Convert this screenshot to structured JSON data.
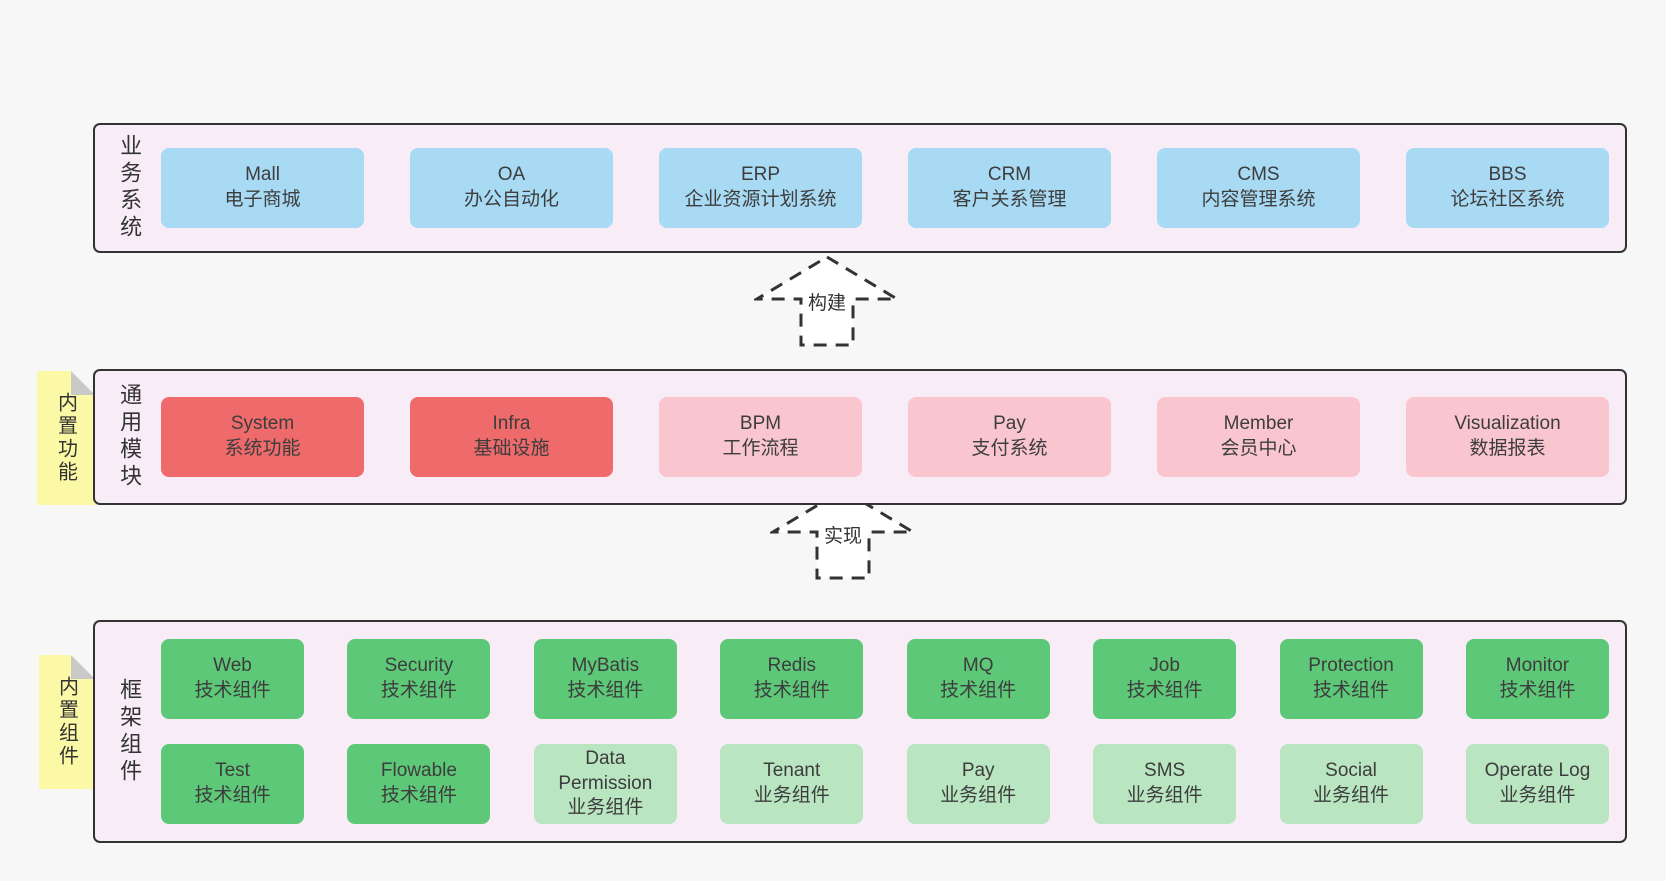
{
  "colors": {
    "page_bg": "#f7f7f7",
    "container_bg": "#f8edf6",
    "container_border": "#333333",
    "blue_box": "#a8daf4",
    "red_box": "#ee6a6b",
    "pink_box": "#f9c6d0",
    "green_box": "#5dc878",
    "light_green_box": "#b9e5c1",
    "sticky_yellow": "#fbf9a6",
    "fold_grey": "#c9c9c9",
    "text": "#3d3d3d"
  },
  "business": {
    "title": "业务系统",
    "boxes": [
      {
        "name": "Mall",
        "desc": "电子商城"
      },
      {
        "name": "OA",
        "desc": "办公自动化"
      },
      {
        "name": "ERP",
        "desc": "企业资源计划系统"
      },
      {
        "name": "CRM",
        "desc": "客户关系管理"
      },
      {
        "name": "CMS",
        "desc": "内容管理系统"
      },
      {
        "name": "BBS",
        "desc": "论坛社区系统"
      }
    ]
  },
  "arrows": {
    "build": "构建",
    "implement": "实现"
  },
  "modules": {
    "title": "通用模块",
    "sticky": "内置功能",
    "boxes": [
      {
        "name": "System",
        "desc": "系统功能"
      },
      {
        "name": "Infra",
        "desc": "基础设施"
      },
      {
        "name": "BPM",
        "desc": "工作流程"
      },
      {
        "name": "Pay",
        "desc": "支付系统"
      },
      {
        "name": "Member",
        "desc": "会员中心"
      },
      {
        "name": "Visualization",
        "desc": "数据报表"
      }
    ]
  },
  "framework": {
    "title": "框架组件",
    "sticky": "内置组件",
    "row1": [
      {
        "name": "Web",
        "desc": "技术组件"
      },
      {
        "name": "Security",
        "desc": "技术组件"
      },
      {
        "name": "MyBatis",
        "desc": "技术组件"
      },
      {
        "name": "Redis",
        "desc": "技术组件"
      },
      {
        "name": "MQ",
        "desc": "技术组件"
      },
      {
        "name": "Job",
        "desc": "技术组件"
      },
      {
        "name": "Protection",
        "desc": "技术组件"
      },
      {
        "name": "Monitor",
        "desc": "技术组件"
      }
    ],
    "row2": [
      {
        "name": "Test",
        "desc": "技术组件"
      },
      {
        "name": "Flowable",
        "desc": "技术组件"
      },
      {
        "name": "Data Permission",
        "desc": "业务组件"
      },
      {
        "name": "Tenant",
        "desc": "业务组件"
      },
      {
        "name": "Pay",
        "desc": "业务组件"
      },
      {
        "name": "SMS",
        "desc": "业务组件"
      },
      {
        "name": "Social",
        "desc": "业务组件"
      },
      {
        "name": "Operate Log",
        "desc": "业务组件"
      }
    ]
  }
}
